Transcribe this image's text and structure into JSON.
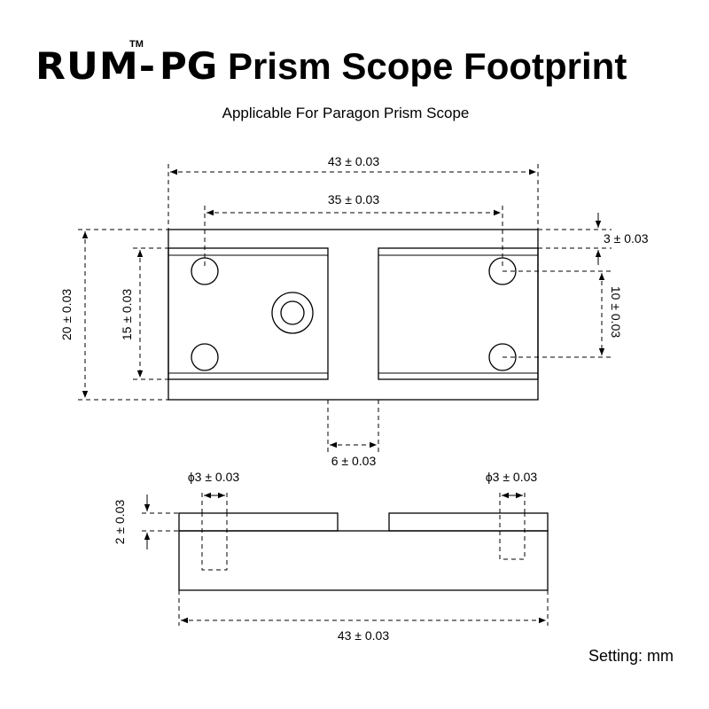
{
  "header": {
    "brand": "RUM-",
    "trademark": "TM",
    "model_code": "PG",
    "title_rest": "Prism Scope Footprint",
    "subtitle": "Applicable For Paragon Prism Scope"
  },
  "top_view": {
    "overall_width": "43 ± 0.03",
    "hole_spacing_x": "35 ± 0.03",
    "overall_height": "20 ± 0.03",
    "rail_height": "15 ± 0.03",
    "edge_offset": "3 ± 0.03",
    "hole_spacing_y": "10 ± 0.03",
    "slot_width": "6 ± 0.03"
  },
  "side_view": {
    "hole_dia_left": "ϕ3 ± 0.03",
    "hole_dia_right": "ϕ3 ± 0.03",
    "step_height": "2 ± 0.03",
    "overall_width": "43 ± 0.03"
  },
  "footer": {
    "units": "Setting: mm"
  }
}
